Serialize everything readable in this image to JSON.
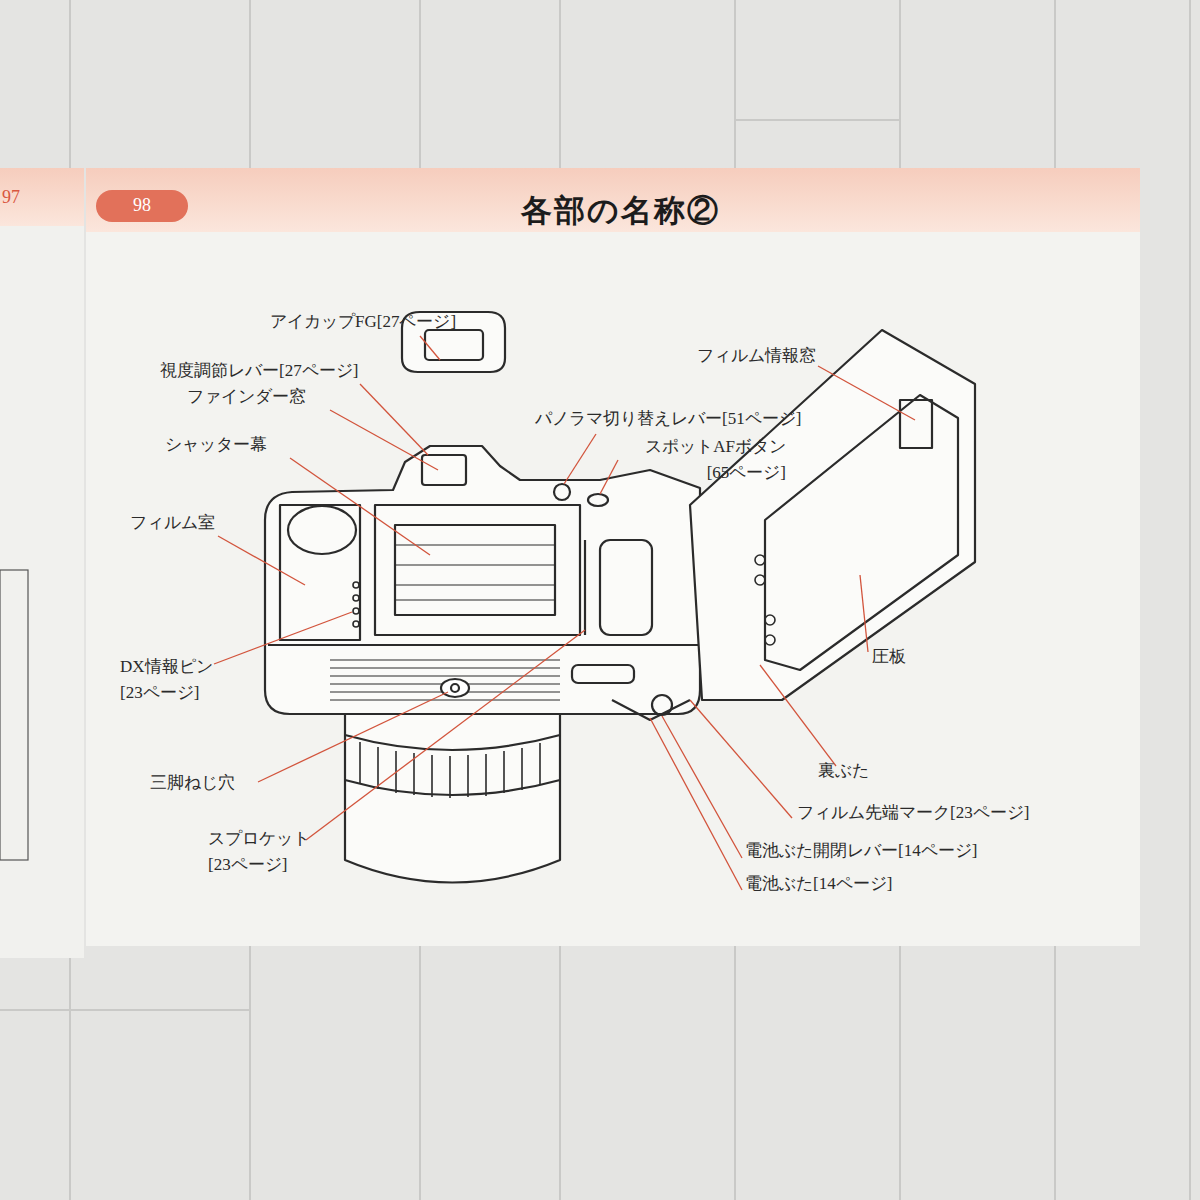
{
  "diagram": {
    "title": "各部の名称②",
    "labels": [
      "97",
      "98",
      "アイカップFG[27ページ]",
      "視度調節レバー[27ページ]",
      "ファインダー窓",
      "シャッター幕",
      "フィルム室",
      "DX情報ピン [23ページ]",
      "三脚ねじ穴",
      "スプロケット [23ページ]",
      "フィルム情報窓",
      "パノラマ切り替えレバー[51ページ]",
      "スポットAFボタン [65ページ]",
      "圧板",
      "裏ぶた",
      "フィルム先端マーク[23ページ]",
      "電池ぶた開閉レバー[14ページ]",
      "電池ぶた[14ページ]"
    ]
  }
}
